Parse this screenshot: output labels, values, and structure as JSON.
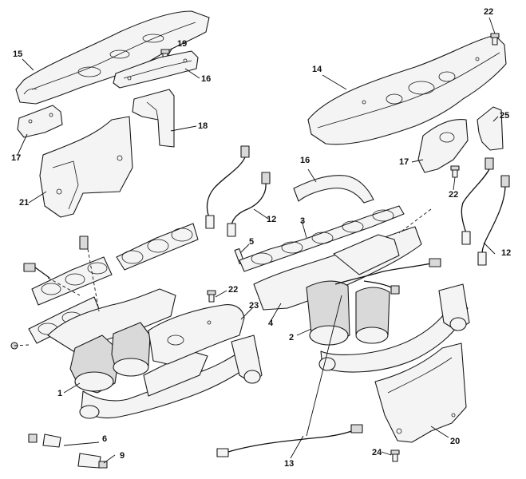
{
  "diagram": {
    "callouts": [
      {
        "id": "c1",
        "text": "1"
      },
      {
        "id": "c2",
        "text": "2"
      },
      {
        "id": "c3",
        "text": "3"
      },
      {
        "id": "c4",
        "text": "4"
      },
      {
        "id": "c5",
        "text": "5"
      },
      {
        "id": "c6",
        "text": "6"
      },
      {
        "id": "c9",
        "text": "9"
      },
      {
        "id": "c12a",
        "text": "12"
      },
      {
        "id": "c12b",
        "text": "12"
      },
      {
        "id": "c13",
        "text": "13"
      },
      {
        "id": "c14",
        "text": "14"
      },
      {
        "id": "c15",
        "text": "15"
      },
      {
        "id": "c16a",
        "text": "16"
      },
      {
        "id": "c16b",
        "text": "16"
      },
      {
        "id": "c17a",
        "text": "17"
      },
      {
        "id": "c17b",
        "text": "17"
      },
      {
        "id": "c18",
        "text": "18"
      },
      {
        "id": "c19",
        "text": "19"
      },
      {
        "id": "c20",
        "text": "20"
      },
      {
        "id": "c21",
        "text": "21"
      },
      {
        "id": "c22a",
        "text": "22"
      },
      {
        "id": "c22b",
        "text": "22"
      },
      {
        "id": "c22c",
        "text": "22"
      },
      {
        "id": "c23",
        "text": "23"
      },
      {
        "id": "c24",
        "text": "24"
      },
      {
        "id": "c25",
        "text": "25"
      }
    ]
  }
}
